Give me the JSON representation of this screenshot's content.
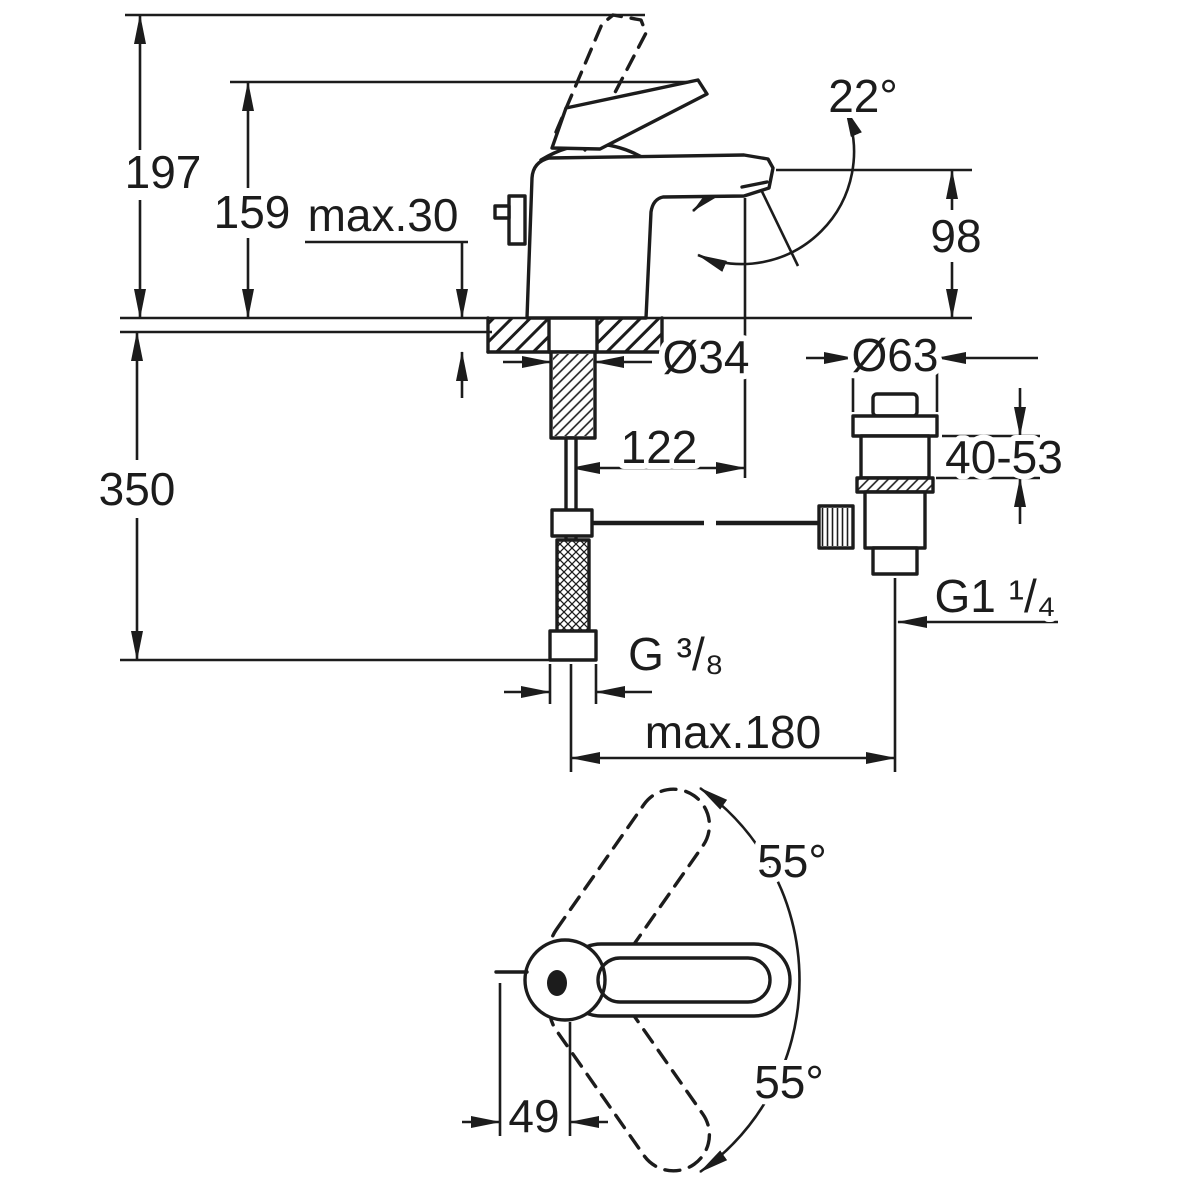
{
  "drawing": {
    "colors": {
      "line": "#1c1c1c",
      "background": "#ffffff"
    },
    "labels": {
      "height_total": "197",
      "height_body": "159",
      "deck_max": "max.30",
      "spout_angle": "22°",
      "spout_height": "98",
      "hole_diameter": "Ø34",
      "waste_flange_diameter": "Ø63",
      "hose_length": "350",
      "spout_reach": "122",
      "waste_clamp_range": "40-53",
      "waste_thread": "G1 ¹/₄",
      "hose_thread": "G ³/₈",
      "waste_offset_max": "max.180",
      "swivel_upper": "55°",
      "swivel_lower": "55°",
      "rod_offset": "49"
    }
  }
}
